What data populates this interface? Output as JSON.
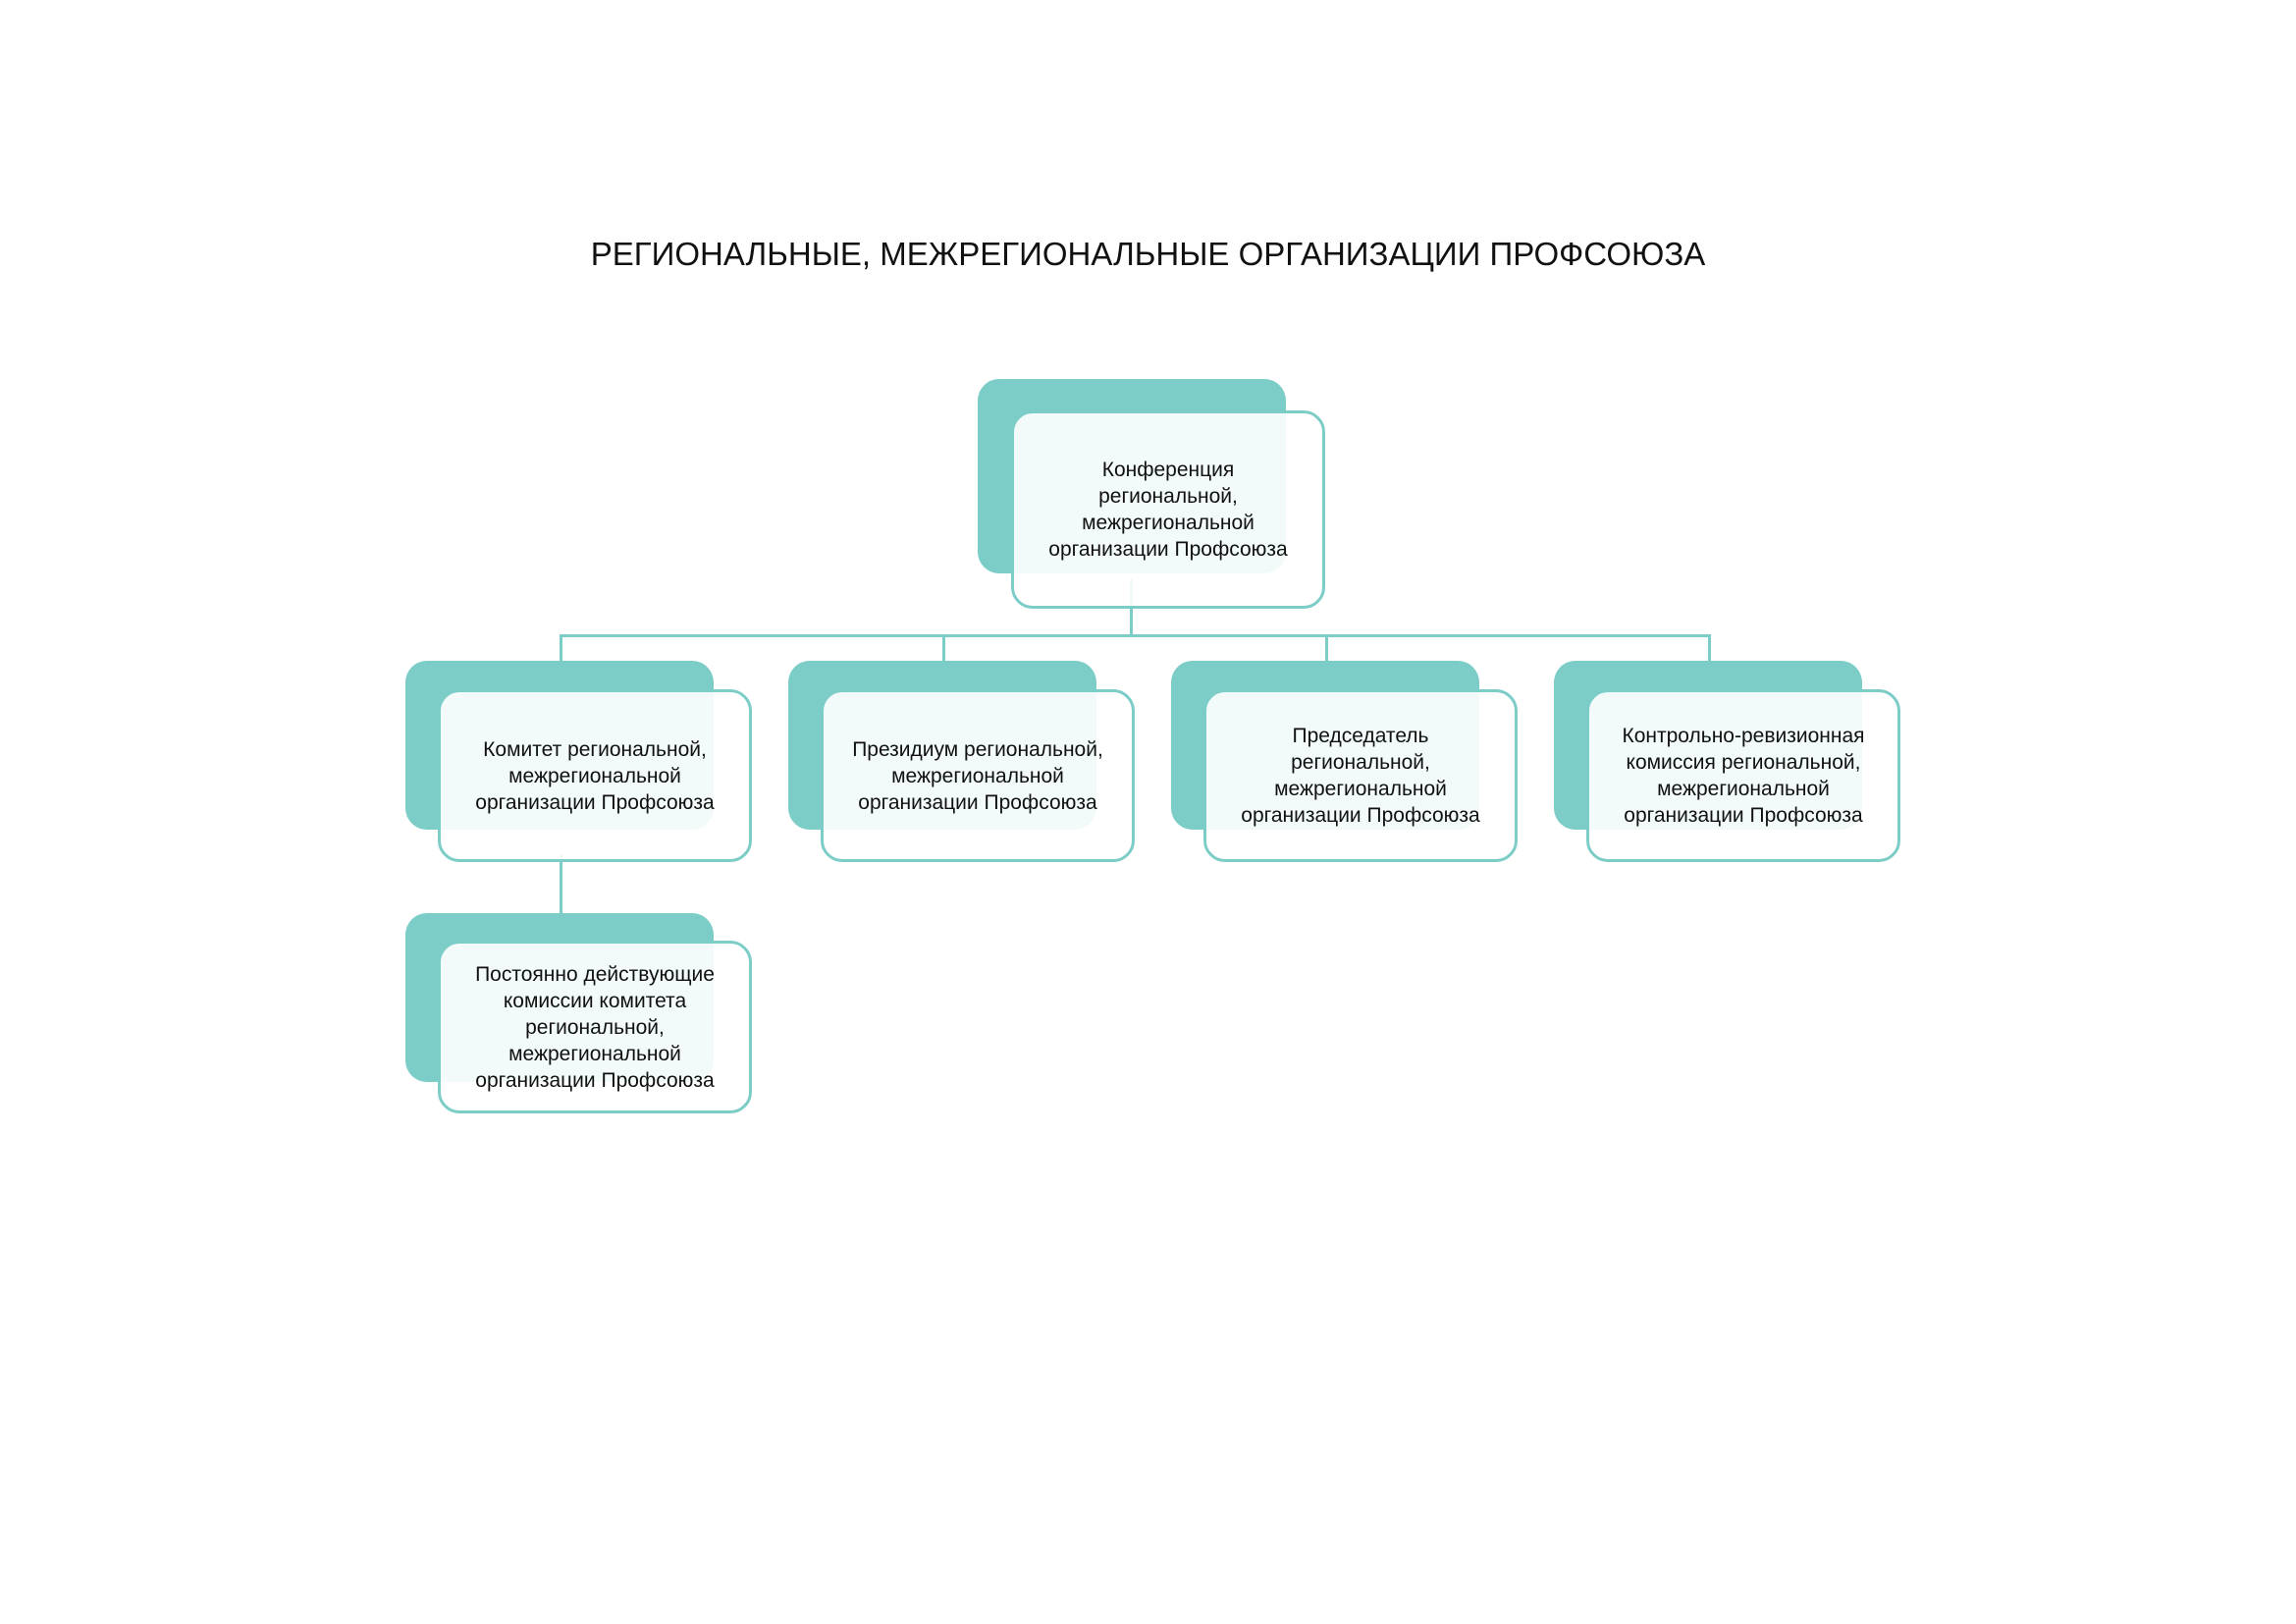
{
  "title": "РЕГИОНАЛЬНЫЕ, МЕЖРЕГИОНАЛЬНЫЕ ОРГАНИЗАЦИИ ПРОФСОЮЗА",
  "accent_color": "#7ccdc8",
  "nodes": {
    "conference": "Конференция\nрегиональной,\nмежрегиональной\nорганизации Профсоюза",
    "committee": "Комитет региональной,\nмежрегиональной\nорганизации Профсоюза",
    "presidium": "Президиум региональной,\nмежрегиональной\nорганизации Профсоюза",
    "chairman": "Председатель\nрегиональной,\nмежрегиональной\nорганизации Профсоюза",
    "audit": "Контрольно-ревизионная\nкомиссия региональной,\nмежрегиональной\nорганизации Профсоюза",
    "commissions": "Постоянно действующие\nкомиссии комитета\nрегиональной,\nмежрегиональной\nорганизации Профсоюза"
  }
}
